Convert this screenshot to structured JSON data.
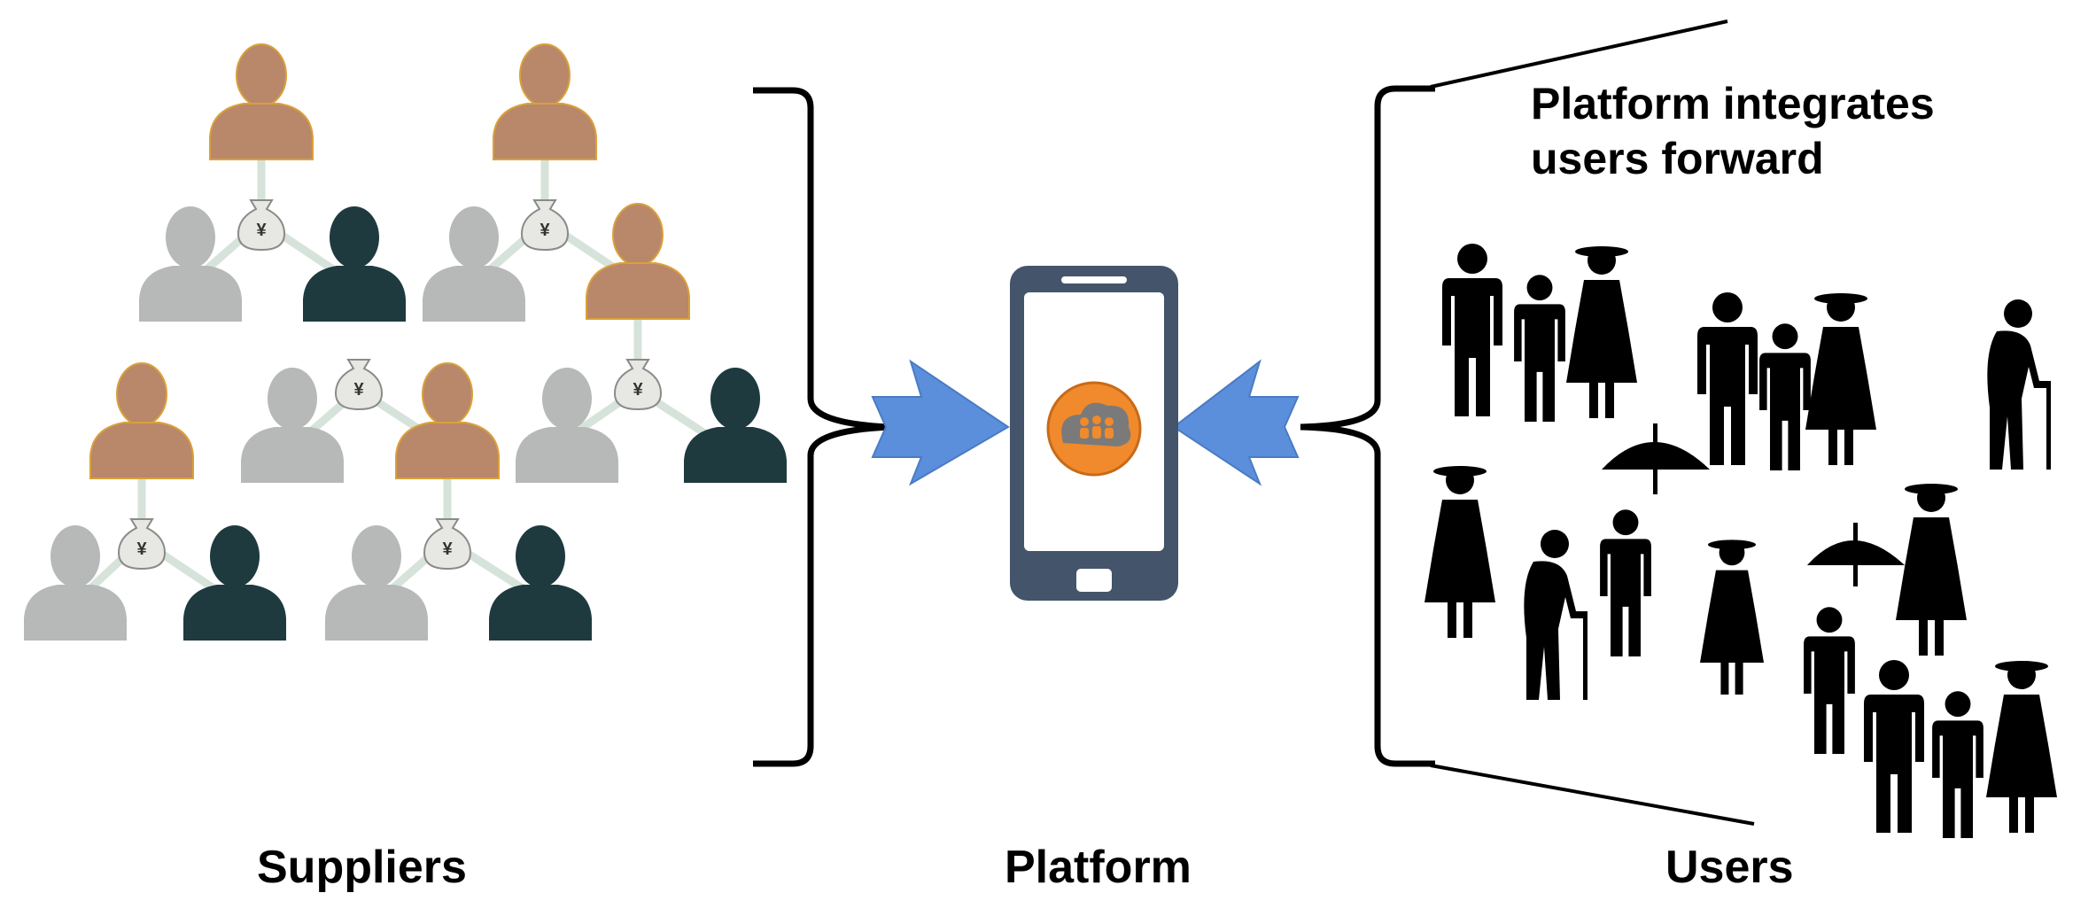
{
  "labels": {
    "suppliers": "Suppliers",
    "platform": "Platform",
    "users": "Users",
    "caption_line1": "Platform integrates",
    "caption_line2": "users forward"
  },
  "colors": {
    "supplier_brown": "#b9876a",
    "supplier_gray": "#b7b9b8",
    "supplier_dark": "#1e3a3f",
    "link": "#d6e3da",
    "bag": "#e7e7e3",
    "phone": "#44546a",
    "arrow": "#5b8fdc",
    "app_orange": "#f08a2c",
    "people": "#000000"
  },
  "icons": {
    "supplier": "person-bust-icon",
    "money": "money-bag-yen-icon",
    "phone": "smartphone-icon",
    "app": "cloud-people-icon",
    "arrow": "arrow-icon",
    "users": "people-silhouette-icon"
  },
  "money_symbol": "¥"
}
